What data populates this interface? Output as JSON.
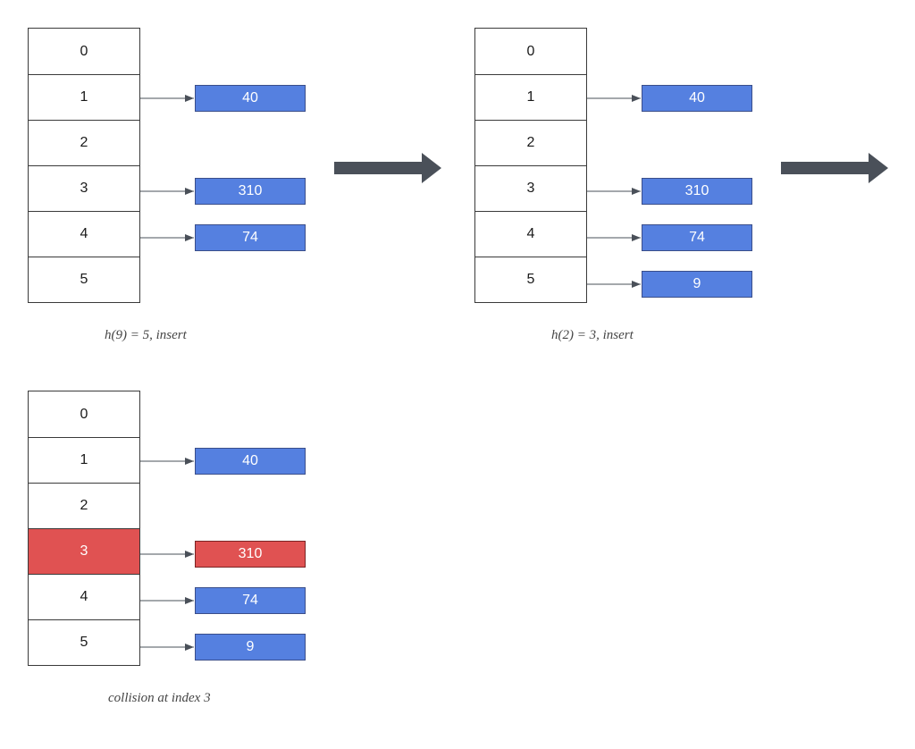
{
  "panels": [
    {
      "id": "panel-1",
      "caption": "h(9) = 5, insert",
      "rows": [
        {
          "index": "0",
          "value": null,
          "highlight": false
        },
        {
          "index": "1",
          "value": "40",
          "highlight": false
        },
        {
          "index": "2",
          "value": null,
          "highlight": false
        },
        {
          "index": "3",
          "value": "310",
          "highlight": false
        },
        {
          "index": "4",
          "value": "74",
          "highlight": false
        },
        {
          "index": "5",
          "value": null,
          "highlight": false
        }
      ]
    },
    {
      "id": "panel-2",
      "caption": "h(2) = 3, insert",
      "rows": [
        {
          "index": "0",
          "value": null,
          "highlight": false
        },
        {
          "index": "1",
          "value": "40",
          "highlight": false
        },
        {
          "index": "2",
          "value": null,
          "highlight": false
        },
        {
          "index": "3",
          "value": "310",
          "highlight": false
        },
        {
          "index": "4",
          "value": "74",
          "highlight": false
        },
        {
          "index": "5",
          "value": "9",
          "highlight": false
        }
      ]
    },
    {
      "id": "panel-3",
      "caption": "collision at index 3",
      "rows": [
        {
          "index": "0",
          "value": null,
          "highlight": false
        },
        {
          "index": "1",
          "value": "40",
          "highlight": false
        },
        {
          "index": "2",
          "value": null,
          "highlight": false
        },
        {
          "index": "3",
          "value": "310",
          "highlight": true
        },
        {
          "index": "4",
          "value": "74",
          "highlight": false
        },
        {
          "index": "5",
          "value": "9",
          "highlight": false
        }
      ]
    }
  ],
  "colors": {
    "node": "#5580e0",
    "highlight": "#e05252",
    "arrow": "#4a5059",
    "border": "#3a3a3a"
  }
}
